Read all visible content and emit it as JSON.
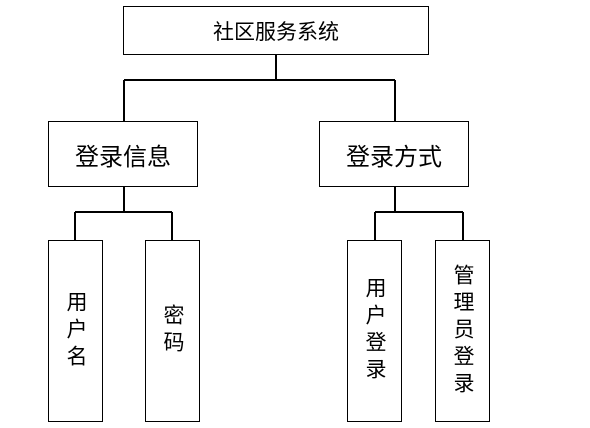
{
  "root": {
    "label": "社区服务系统"
  },
  "branches": [
    {
      "label": "登录信息",
      "children": [
        "用户名",
        "密码"
      ]
    },
    {
      "label": "登录方式",
      "children": [
        "用户登录",
        "管理员登录"
      ]
    }
  ],
  "colors": {
    "line": "#000000",
    "box_border": "#000000",
    "background": "#ffffff"
  }
}
